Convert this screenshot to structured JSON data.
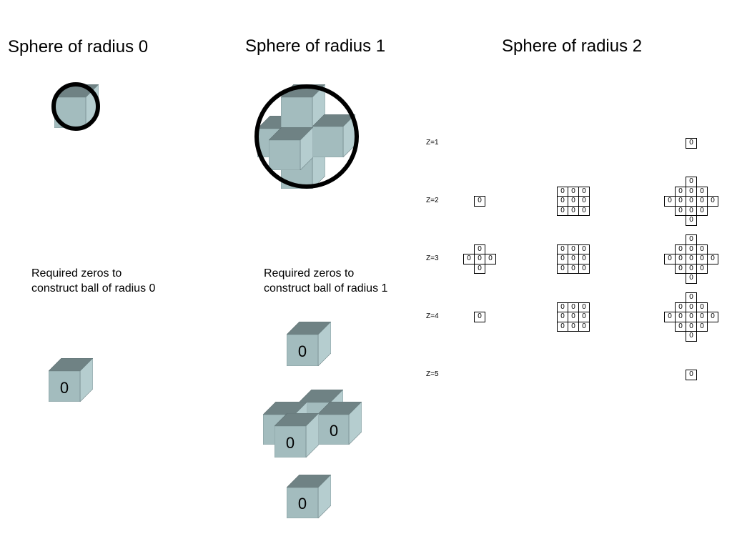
{
  "titles": {
    "radius0": "Sphere of radius 0",
    "radius1": "Sphere of radius 1",
    "radius2": "Sphere of radius 2"
  },
  "captions": {
    "radius0": "Required zeros to construct ball of radius 0",
    "radius1": "Required zeros to construct ball of radius 1"
  },
  "cube_value": "0",
  "colors": {
    "cube_front": "#a3bcbe",
    "cube_top": "#6f8284",
    "cube_side": "#b5cdcf",
    "ring": "#000000"
  },
  "layers": [
    {
      "label": "Z=1",
      "col1": [],
      "col2": [],
      "col3": [
        [
          0,
          0,
          1,
          0,
          0
        ]
      ]
    },
    {
      "label": "Z=2",
      "col1": [
        [
          1
        ]
      ],
      "col2": [
        [
          1,
          1,
          1
        ],
        [
          1,
          1,
          1
        ],
        [
          1,
          1,
          1
        ]
      ],
      "col3": [
        [
          0,
          0,
          1,
          0,
          0
        ],
        [
          0,
          1,
          1,
          1,
          0
        ],
        [
          1,
          1,
          1,
          1,
          1
        ],
        [
          0,
          1,
          1,
          1,
          0
        ],
        [
          0,
          0,
          1,
          0,
          0
        ]
      ]
    },
    {
      "label": "Z=3",
      "col1": [
        [
          0,
          1,
          0
        ],
        [
          1,
          1,
          1
        ],
        [
          0,
          1,
          0
        ]
      ],
      "col2": [
        [
          1,
          1,
          1
        ],
        [
          1,
          1,
          1
        ],
        [
          1,
          1,
          1
        ]
      ],
      "col3": [
        [
          0,
          0,
          1,
          0,
          0
        ],
        [
          0,
          1,
          1,
          1,
          0
        ],
        [
          1,
          1,
          1,
          1,
          1
        ],
        [
          0,
          1,
          1,
          1,
          0
        ],
        [
          0,
          0,
          1,
          0,
          0
        ]
      ]
    },
    {
      "label": "Z=4",
      "col1": [
        [
          1
        ]
      ],
      "col2": [
        [
          1,
          1,
          1
        ],
        [
          1,
          1,
          1
        ],
        [
          1,
          1,
          1
        ]
      ],
      "col3": [
        [
          0,
          0,
          1,
          0,
          0
        ],
        [
          0,
          1,
          1,
          1,
          0
        ],
        [
          1,
          1,
          1,
          1,
          1
        ],
        [
          0,
          1,
          1,
          1,
          0
        ],
        [
          0,
          0,
          1,
          0,
          0
        ]
      ]
    },
    {
      "label": "Z=5",
      "col1": [],
      "col2": [],
      "col3": [
        [
          0,
          0,
          1,
          0,
          0
        ]
      ]
    }
  ]
}
